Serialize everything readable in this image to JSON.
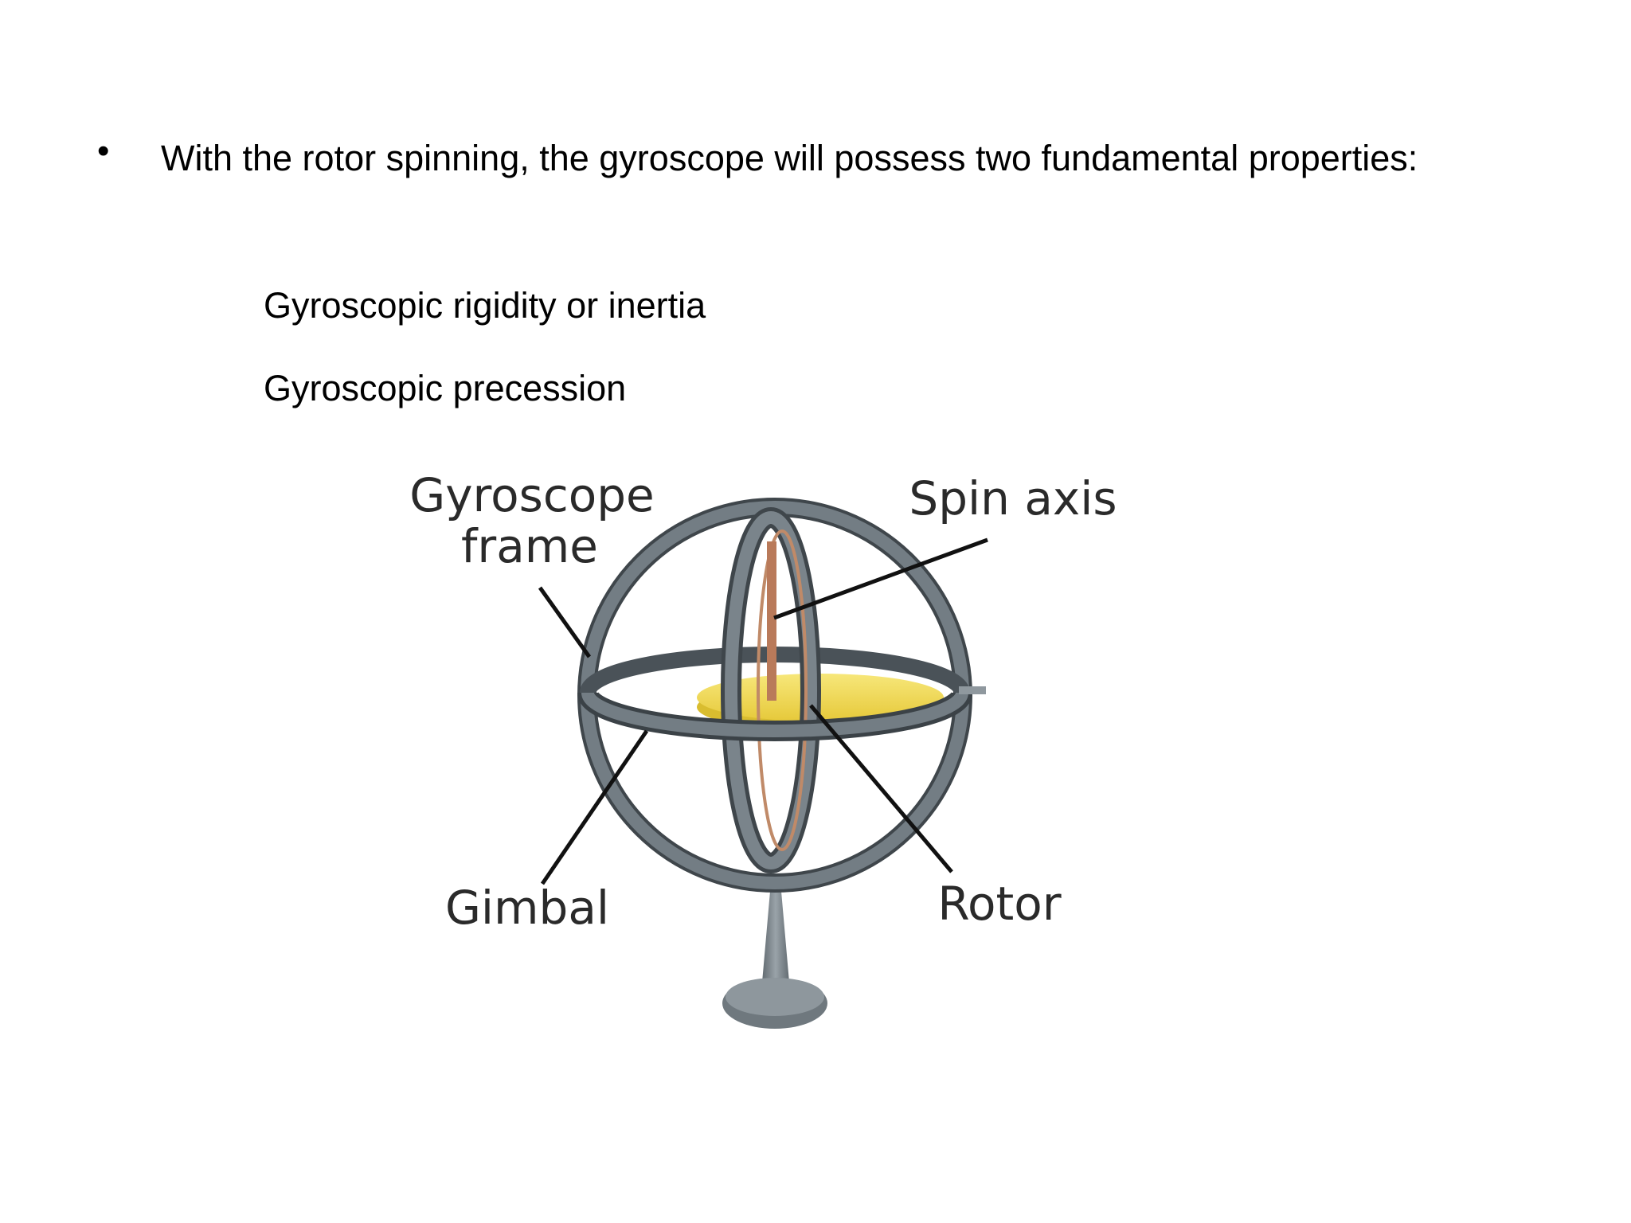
{
  "bullet": {
    "text": "With the rotor spinning, the gyroscope will possess two fundamental properties:"
  },
  "properties": [
    "Gyroscopic rigidity or inertia",
    "Gyroscopic precession"
  ],
  "diagram": {
    "labels": {
      "frame_line1": "Gyroscope",
      "frame_line2": "frame",
      "spin_axis": "Spin axis",
      "gimbal": "Gimbal",
      "rotor": "Rotor"
    },
    "colors": {
      "ring": "#6b757c",
      "ring_dark": "#4a5258",
      "rotor_disc": "#f3df5a",
      "axle": "#b97a5a",
      "base": "#7b848b"
    }
  }
}
